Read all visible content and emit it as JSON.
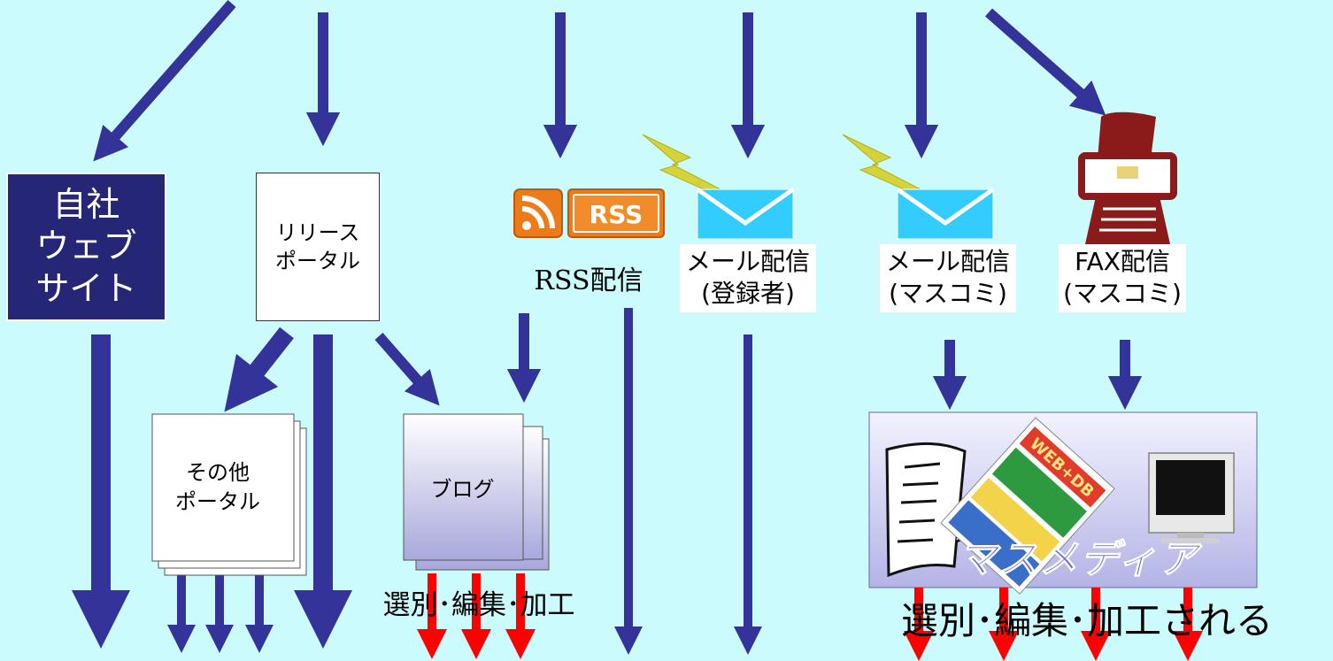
{
  "nodes": {
    "own_site": "自社\nウェブ\nサイト",
    "release_portal": "リリース\nポータル",
    "other_portal": "その他\nポータル",
    "blog": "ブログ",
    "rss_badge": "RSS",
    "rss_delivery": "RSS配信",
    "mail_registered": "メール配信\n(登録者)",
    "mail_press": "メール配信\n(マスコミ)",
    "fax_press": "FAX配信\n(マスコミ)",
    "mass_media": "マスメディア",
    "magazine_title": "WEB+DB"
  },
  "captions": {
    "blog_processing": "選別･編集･加工",
    "media_processing": "選別･編集･加工される"
  },
  "colors": {
    "background": "#ccfbfd",
    "navy_arrow": "#333399",
    "red_arrow": "#ff0000",
    "own_site_fill": "#262676",
    "mail_icon": "#33ccff",
    "fax_icon": "#8b1a1a",
    "lightning": "#d4d43a",
    "rss_orange": "#ee7b1a"
  },
  "icons": [
    "rss-icon",
    "mail-icon",
    "fax-icon",
    "lightning-icon",
    "newspaper-icon",
    "magazine-icon",
    "tv-icon"
  ]
}
